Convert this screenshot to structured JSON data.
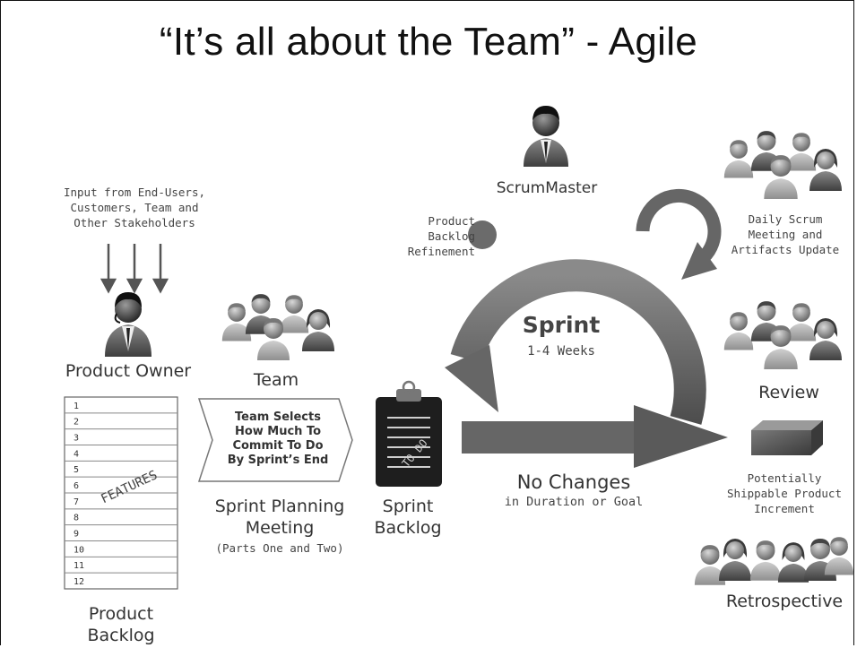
{
  "title": "“It’s all about the Team” - Agile",
  "input_note": [
    "Input from End-Users,",
    "Customers, Team and",
    "Other Stakeholders"
  ],
  "product_owner": "Product Owner",
  "team": "Team",
  "backlog": {
    "rows": [
      "1",
      "2",
      "3",
      "4",
      "5",
      "6",
      "7",
      "8",
      "9",
      "10",
      "11",
      "12"
    ],
    "features_label": "FEATURES",
    "caption_line1": "Product",
    "caption_line2": "Backlog"
  },
  "team_selects": [
    "Team Selects",
    "How Much To",
    "Commit To Do",
    "By Sprint’s End"
  ],
  "sprint_planning": {
    "line1": "Sprint Planning",
    "line2": "Meeting",
    "sub": "(Parts One and Two)"
  },
  "sprint_backlog": {
    "line1": "Sprint",
    "line2": "Backlog",
    "clipboard_label": "TO DO"
  },
  "scrum_master": "ScrumMaster",
  "refinement": [
    "Product",
    "Backlog",
    "Refinement"
  ],
  "sprint": {
    "title": "Sprint",
    "duration": "1-4 Weeks"
  },
  "no_changes": {
    "title": "No Changes",
    "sub": "in Duration or Goal"
  },
  "daily_scrum": [
    "Daily Scrum",
    "Meeting and",
    "Artifacts Update"
  ],
  "review": "Review",
  "increment": [
    "Potentially",
    "Shippable Product",
    "Increment"
  ],
  "retrospective": "Retrospective",
  "colors": {
    "arrow_dark": "#5a5a5a",
    "cycle_gray": "#6b6b6b",
    "text": "#333333"
  }
}
